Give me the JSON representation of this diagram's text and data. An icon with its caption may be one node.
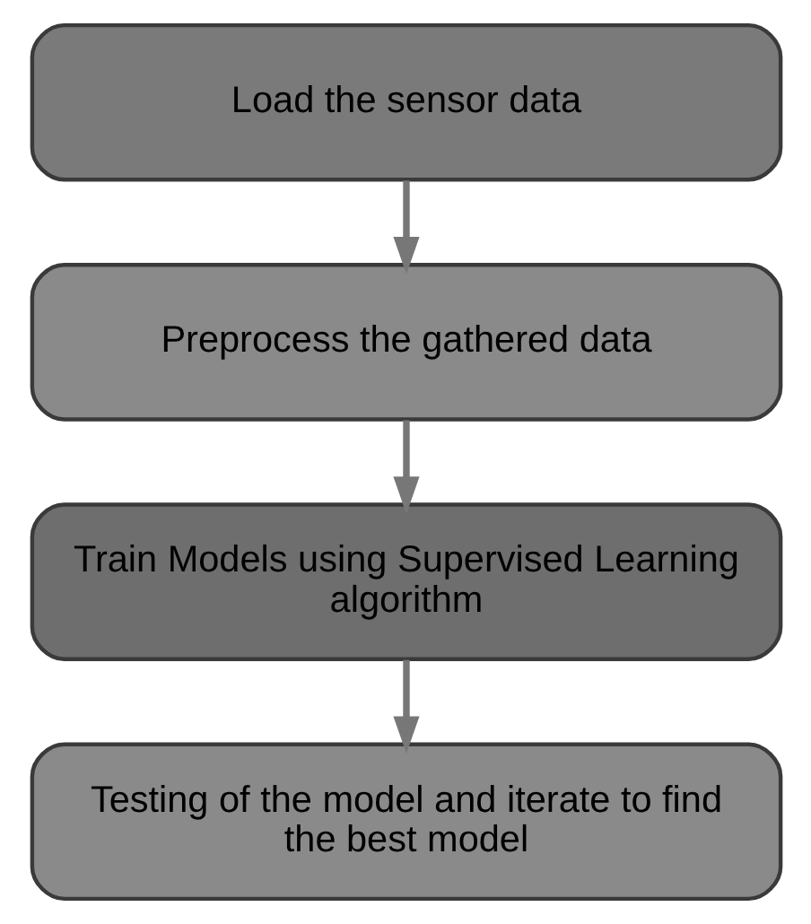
{
  "diagram": {
    "nodes": [
      {
        "text": [
          "Load the sensor data"
        ]
      },
      {
        "text": [
          "Preprocess the gathered data"
        ]
      },
      {
        "text": [
          "Train Models using Supervised Learning algorithm"
        ]
      },
      {
        "text": [
          "Testing of the model and iterate to find the best model"
        ]
      }
    ],
    "edges": [
      {
        "from": 0,
        "to": 1,
        "arrow": "to"
      },
      {
        "from": 1,
        "to": 2,
        "arrow": "to"
      },
      {
        "from": 2,
        "to": 3,
        "arrow": "to"
      }
    ]
  }
}
